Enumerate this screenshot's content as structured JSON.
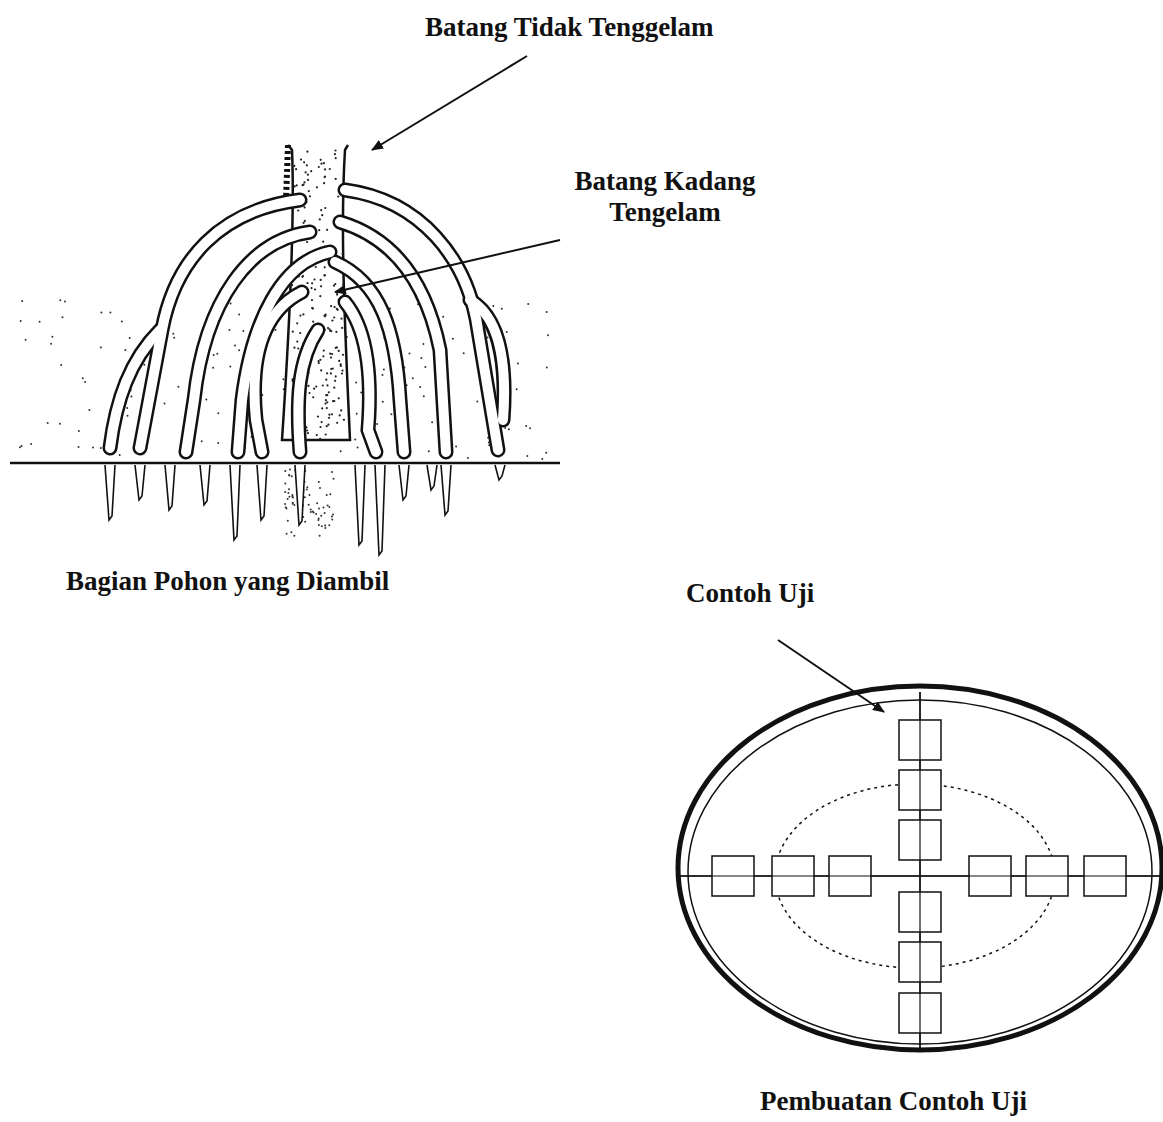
{
  "diagram": {
    "labels": [
      "Batang Tidak Tenggelam",
      "Batang Kadang Tengelam",
      "Bagian Pohon yang Diambil",
      "Contoh Uji",
      "Pembuatan Contoh Uji"
    ]
  }
}
